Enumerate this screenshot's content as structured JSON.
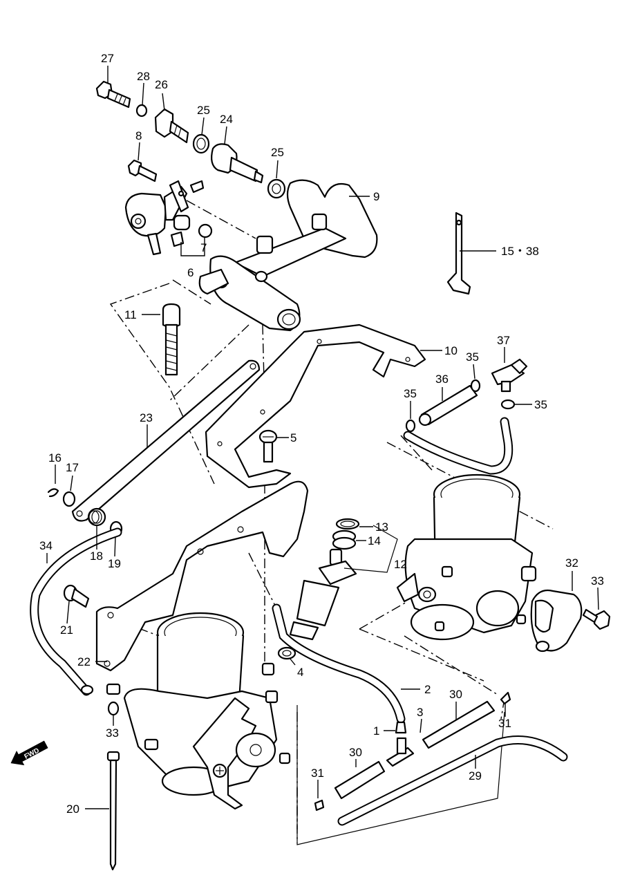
{
  "callouts": [
    {
      "id": "c27",
      "text": "27"
    },
    {
      "id": "c28",
      "text": "28"
    },
    {
      "id": "c26",
      "text": "26"
    },
    {
      "id": "c25a",
      "text": "25"
    },
    {
      "id": "c24",
      "text": "24"
    },
    {
      "id": "c25b",
      "text": "25"
    },
    {
      "id": "c8",
      "text": "8"
    },
    {
      "id": "c9",
      "text": "9"
    },
    {
      "id": "c7",
      "text": "7"
    },
    {
      "id": "c6",
      "text": "6"
    },
    {
      "id": "c15_38",
      "text": "15・38"
    },
    {
      "id": "c11",
      "text": "11"
    },
    {
      "id": "c10",
      "text": "10"
    },
    {
      "id": "c37",
      "text": "37"
    },
    {
      "id": "c35a",
      "text": "35"
    },
    {
      "id": "c36",
      "text": "36"
    },
    {
      "id": "c35b",
      "text": "35"
    },
    {
      "id": "c35c",
      "text": "35"
    },
    {
      "id": "c5",
      "text": "5"
    },
    {
      "id": "c23",
      "text": "23"
    },
    {
      "id": "c16",
      "text": "16"
    },
    {
      "id": "c17",
      "text": "17"
    },
    {
      "id": "c13",
      "text": "13"
    },
    {
      "id": "c14",
      "text": "14"
    },
    {
      "id": "c34",
      "text": "34"
    },
    {
      "id": "c18",
      "text": "18"
    },
    {
      "id": "c19",
      "text": "19"
    },
    {
      "id": "c12",
      "text": "12"
    },
    {
      "id": "c32",
      "text": "32"
    },
    {
      "id": "c33a",
      "text": "33"
    },
    {
      "id": "c21",
      "text": "21"
    },
    {
      "id": "c22",
      "text": "22"
    },
    {
      "id": "c4",
      "text": "4"
    },
    {
      "id": "c2",
      "text": "2"
    },
    {
      "id": "c30a",
      "text": "30"
    },
    {
      "id": "c3",
      "text": "3"
    },
    {
      "id": "c31a",
      "text": "31"
    },
    {
      "id": "c1",
      "text": "1"
    },
    {
      "id": "c33b",
      "text": "33"
    },
    {
      "id": "c30b",
      "text": "30"
    },
    {
      "id": "c29",
      "text": "29"
    },
    {
      "id": "c31b",
      "text": "31"
    },
    {
      "id": "c20",
      "text": "20"
    }
  ],
  "fwd_label": "FWD"
}
